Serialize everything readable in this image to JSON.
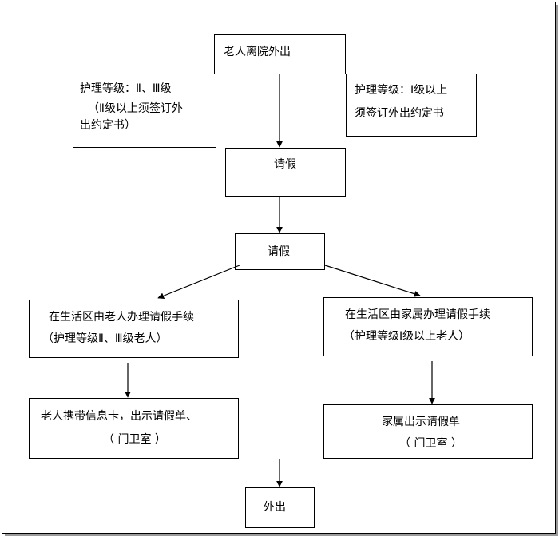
{
  "nodes": {
    "start": [
      "老人离院外出"
    ],
    "left_note": [
      "护理等级：Ⅱ、Ⅲ级",
      "（Ⅱ级以上须签订外",
      "出约定书）"
    ],
    "right_note": [
      "护理等级：Ⅰ级以上",
      "须签订外出约定书"
    ],
    "leave_1": [
      "请假"
    ],
    "leave_2": [
      "请假"
    ],
    "left_proc": [
      "在生活区由老人办理请假手续",
      "（护理等级Ⅱ、Ⅲ级老人）"
    ],
    "right_proc": [
      "在生活区由家属办理请假手续",
      "（护理等级Ⅰ级以上老人）"
    ],
    "left_gate": [
      "老人携带信息卡，出示请假单、",
      "（ 门卫室 ）"
    ],
    "right_gate": [
      "家属出示请假单",
      "（ 门卫室 ）"
    ],
    "end": [
      "外出"
    ]
  }
}
